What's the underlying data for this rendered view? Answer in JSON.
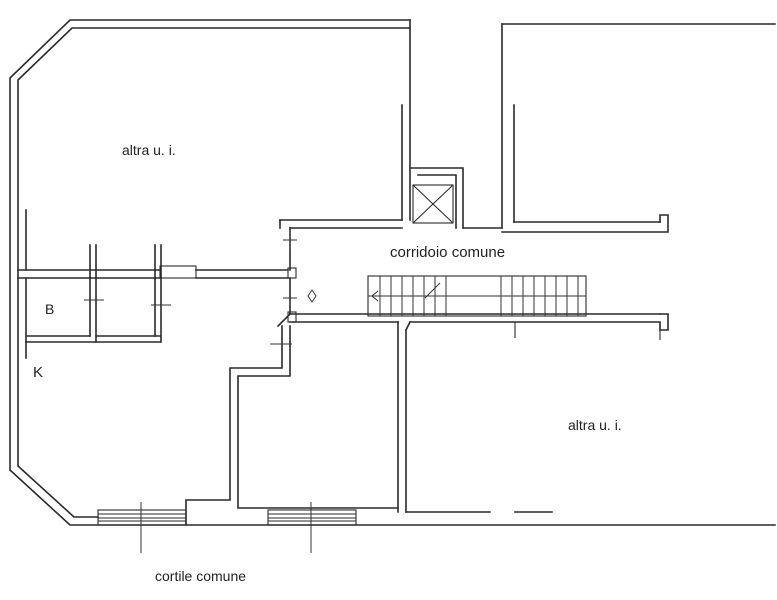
{
  "labels": {
    "unit_top_left": "altra u. i.",
    "unit_bottom_right": "altra u. i.",
    "corridor": "corridoio comune",
    "courtyard": "cortile comune",
    "room_b": "B",
    "room_k": "K"
  }
}
